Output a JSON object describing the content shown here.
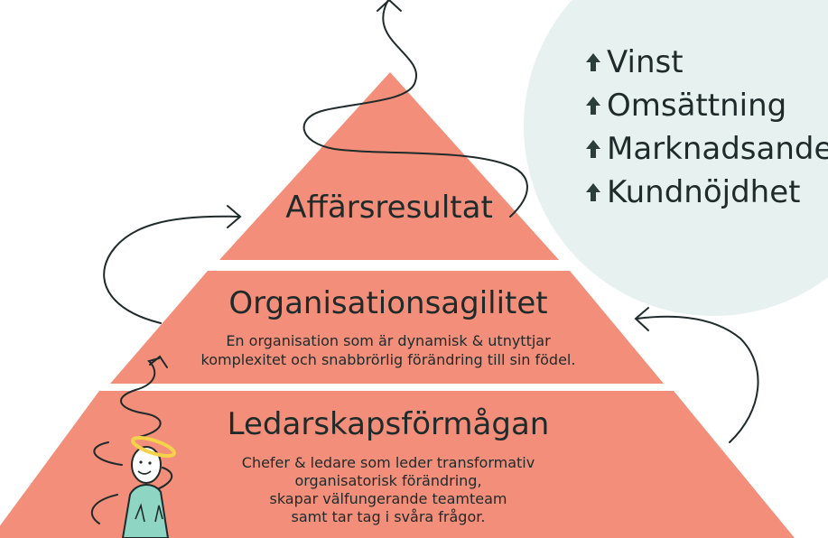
{
  "colors": {
    "pyramid": "#f28e79",
    "circle": "#e6f1f0",
    "line": "#1f2a2a",
    "arrow_fill": "#2d3d3a",
    "person_body": "#8ed5c4",
    "person_hair": "#f4d34a"
  },
  "pyramid": {
    "top": {
      "title": "Affärsresultat"
    },
    "middle": {
      "title": "Organisationsagilitet",
      "description_lines": [
        "En organisation som är dynamisk & utnyttjar",
        "komplexitet och snabbrörlig förändring till sin födel."
      ]
    },
    "bottom": {
      "title": "Ledarskapsförmågan",
      "description_lines": [
        "Chefer & ledare som leder transformativ",
        "organisatorisk förändring,",
        "skapar välfungerande teamteam",
        "samt tar tag i svåra frågor."
      ]
    }
  },
  "results": {
    "icon": "up-arrow-icon",
    "items": [
      "Vinst",
      "Omsättning",
      "Marknadsandel",
      "Kundnöjdhet"
    ]
  }
}
